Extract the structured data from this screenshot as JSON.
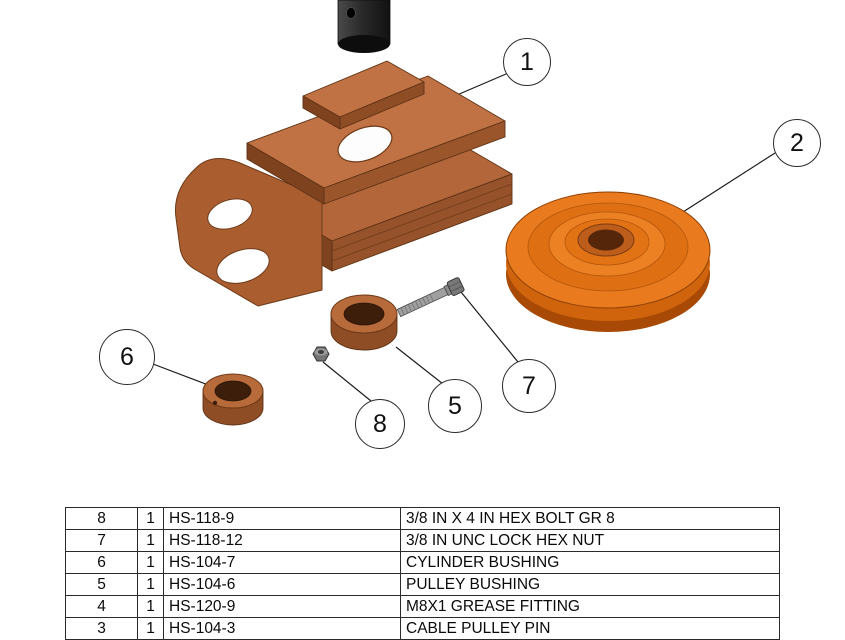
{
  "diagram": {
    "title": "cable-pulley-exploded-view",
    "callouts": [
      {
        "label": "1"
      },
      {
        "label": "2"
      },
      {
        "label": "5"
      },
      {
        "label": "6"
      },
      {
        "label": "7"
      },
      {
        "label": "8"
      }
    ],
    "colors": {
      "copper_light": "#c07244",
      "copper_mid": "#aa5e30",
      "copper_front": "#8f4d26",
      "copper_dark": "#7e421f",
      "copper_edge": "#5f3315",
      "pulley_orange": "#e97a1d",
      "pulley_mid": "#cf640c",
      "pulley_dark": "#a84a06",
      "bore_dark": "#3c1e0a",
      "steel_gray": "#a0a0a0",
      "steel_dark": "#6e6e6e",
      "cylinder_dark": "#222222",
      "line_black": "#1a1a1a"
    }
  },
  "bom_table": {
    "columns": [
      "item",
      "qty",
      "part_number",
      "description"
    ],
    "rows": [
      {
        "item": "8",
        "qty": "1",
        "part": "HS-118-9",
        "desc": "3/8 IN X 4 IN HEX BOLT GR 8"
      },
      {
        "item": "7",
        "qty": "1",
        "part": "HS-118-12",
        "desc": "3/8 IN UNC LOCK HEX NUT"
      },
      {
        "item": "6",
        "qty": "1",
        "part": "HS-104-7",
        "desc": "CYLINDER BUSHING"
      },
      {
        "item": "5",
        "qty": "1",
        "part": "HS-104-6",
        "desc": "PULLEY BUSHING"
      },
      {
        "item": "4",
        "qty": "1",
        "part": "HS-120-9",
        "desc": "M8X1 GREASE FITTING"
      },
      {
        "item": "3",
        "qty": "1",
        "part": "HS-104-3",
        "desc": "CABLE PULLEY PIN"
      }
    ]
  }
}
